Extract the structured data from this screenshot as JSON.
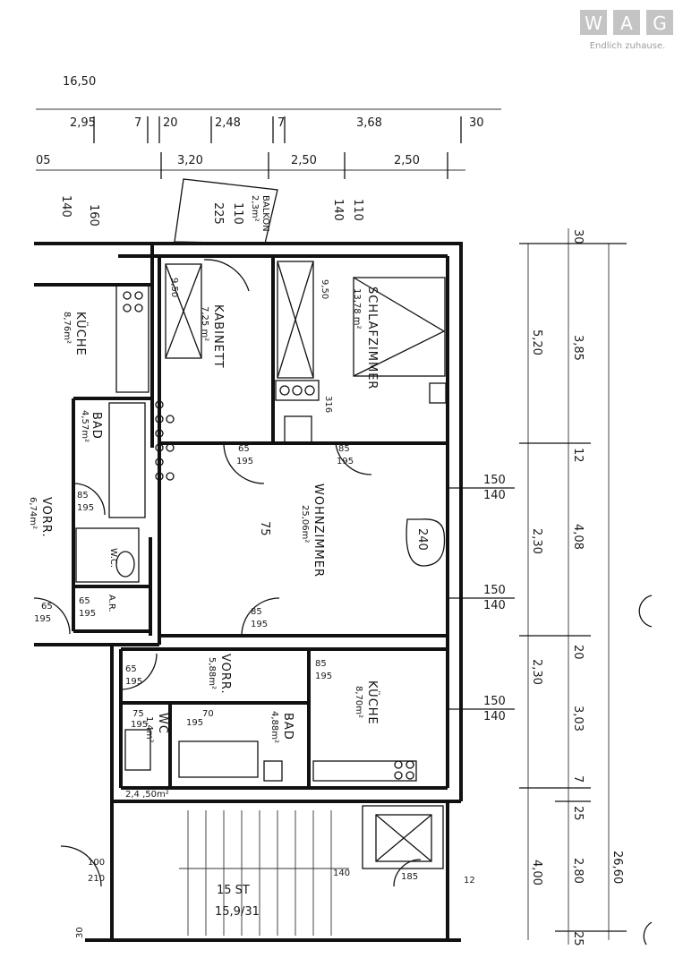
{
  "logo": {
    "brand": "WAG",
    "letters": [
      "W",
      "A",
      "G"
    ],
    "tagline": "Endlich zuhause.",
    "color": "#bdbdbd"
  },
  "plan": {
    "dims_top": {
      "total": "16,50",
      "row2": [
        "2,95",
        "7",
        "20",
        "2,48",
        "7",
        "3,68",
        "30"
      ],
      "row3": [
        "05",
        "3,20",
        "2,50",
        "2,50"
      ],
      "verticals": [
        "160",
        "140",
        "225",
        "110",
        "110",
        "140"
      ]
    },
    "balcony": [
      "BALKON",
      "2,3m²"
    ],
    "rooms": {
      "kueche_top": {
        "name": "KÜCHE",
        "area": "8,76m²"
      },
      "bad_top": {
        "name": "BAD",
        "area": "4,57m²"
      },
      "kabinett": {
        "name": "KABINETT",
        "area": "7,25 m²"
      },
      "schlafzimmer": {
        "name": "SCHLAFZIMMER",
        "area": "13,78 m²"
      },
      "wohnzimmer": {
        "name": "WOHNZIMMER",
        "area": "25,06m²"
      },
      "vorr_left": {
        "name": "VORR.",
        "area": "6,74m²"
      },
      "vorr_mid": {
        "name": "VORR.",
        "area": "5,88m²"
      },
      "kueche_bottom": {
        "name": "KÜCHE",
        "area": "8,70m²"
      },
      "bad_bottom": {
        "name": "BAD",
        "area": "4,88m²"
      },
      "wc": {
        "name": "WC",
        "area": "1,4m²"
      },
      "ar": {
        "name": "A.R."
      },
      "wc_small": {
        "name": "W.C."
      }
    },
    "door_labels": {
      "d1": [
        "65",
        "195"
      ],
      "d2": [
        "85",
        "195"
      ],
      "d3": [
        "85",
        "195"
      ],
      "d4": [
        "85",
        "195"
      ],
      "d5": [
        "65",
        "195"
      ],
      "d6": [
        "65",
        "195"
      ],
      "d7": [
        "85",
        "195"
      ],
      "d8": [
        "70",
        "195"
      ]
    },
    "windows": [
      {
        "w": "150",
        "h": "140"
      },
      {
        "w": "150",
        "h": "140"
      },
      {
        "w": "150",
        "h": "140"
      }
    ],
    "dims_right_inner": [
      "5,20",
      "2,30",
      "2,30"
    ],
    "dims_right_mid": [
      "30",
      "3,85",
      "12",
      "4,08",
      "20",
      "3,03",
      "7",
      "25",
      "2,80",
      "25"
    ],
    "dims_right_outer": [
      "4,00",
      "26,60"
    ],
    "handwritten": [
      "75",
      "240"
    ],
    "misc": {
      "small_vals": [
        "9,50",
        "9,50",
        "316"
      ],
      "stair": "15 ST",
      "stair_ratio": "15,9/31",
      "lift_dims": [
        "140",
        "185",
        "12"
      ],
      "entry_door": [
        "100",
        "210"
      ],
      "bottom_left": "30",
      "shaft": "2,4 ,50m²",
      "ar_dims": [
        "65",
        "195"
      ],
      "vorr_door": [
        "75",
        "195"
      ]
    }
  }
}
